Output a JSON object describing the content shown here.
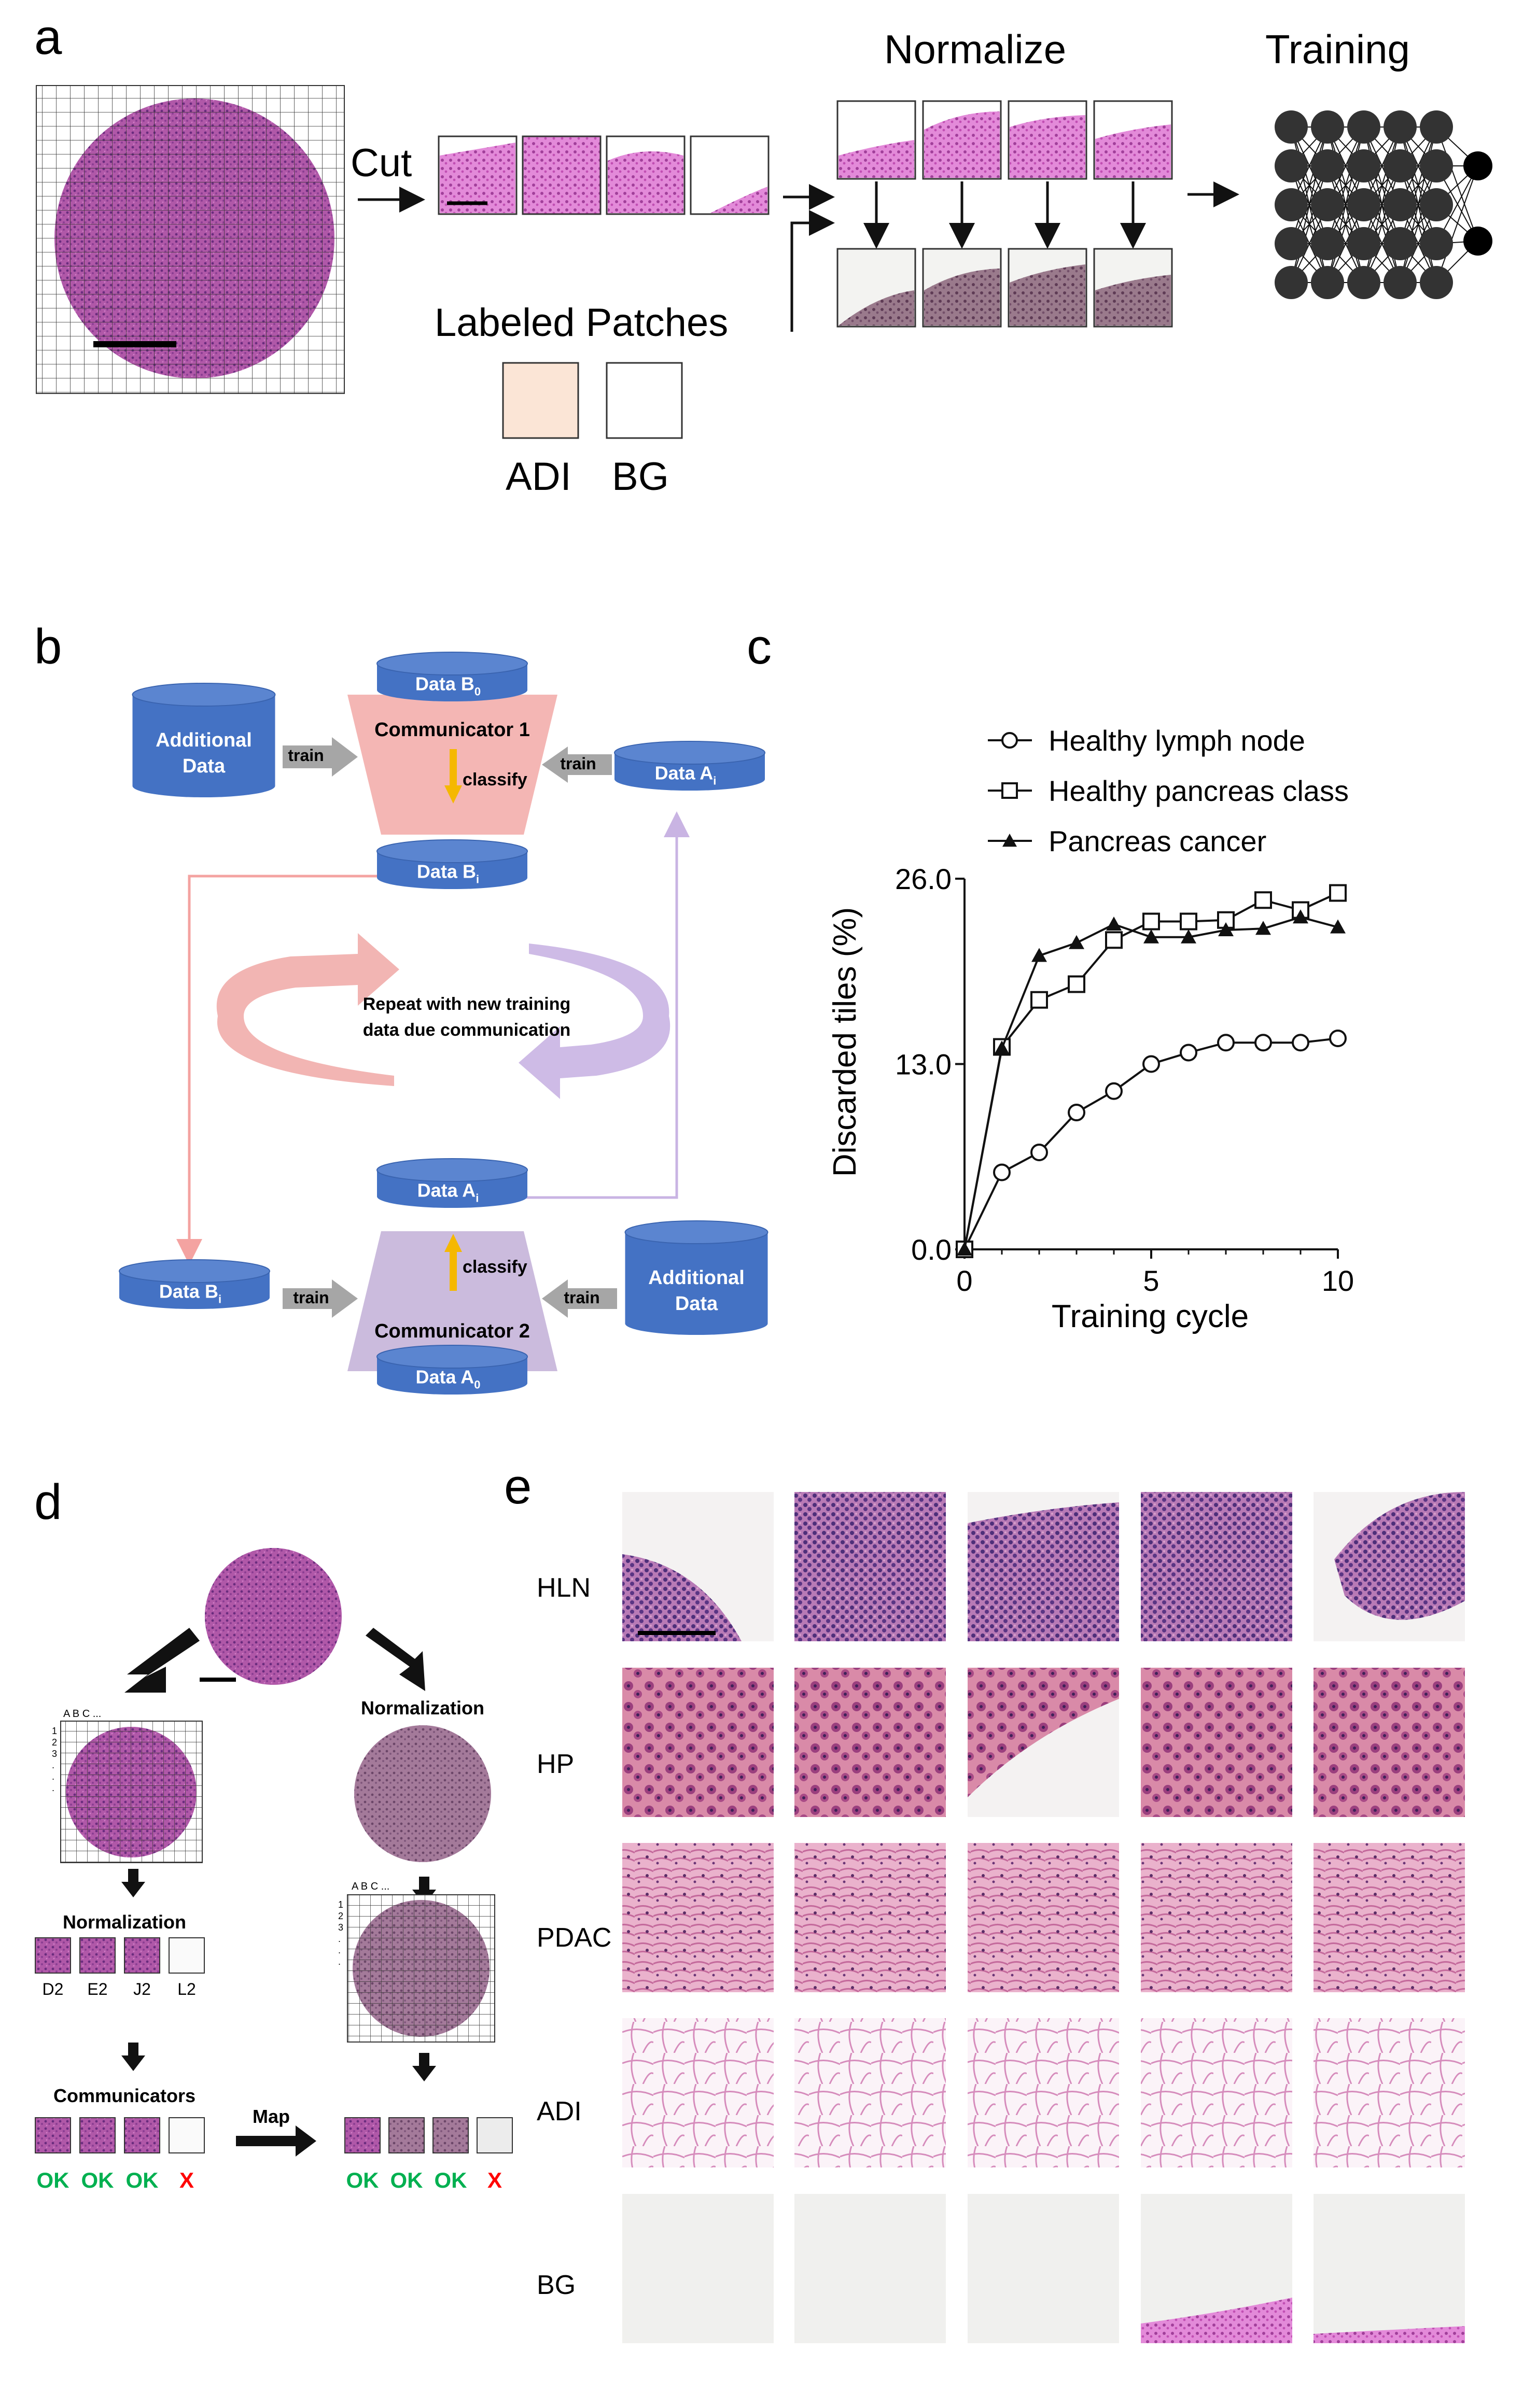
{
  "panels": {
    "a": {
      "letter": "a",
      "cut_label": "Cut",
      "normalize_label": "Normalize",
      "training_label": "Training",
      "labeled_patches_label": "Labeled Patches",
      "legend": [
        {
          "label": "ADI",
          "color": "#fbe5d6"
        },
        {
          "label": "BG",
          "color": "#ffffff"
        }
      ]
    },
    "b": {
      "letter": "b",
      "communicator1": "Communicator 1",
      "communicator2": "Communicator 2",
      "data_b0": "Data B",
      "data_b0_sub": "0",
      "data_bi_top": "Data B",
      "data_bi_top_sub": "i",
      "data_ai_right": "Data A",
      "data_ai_right_sub": "i",
      "data_ai_bottom": "Data A",
      "data_ai_bottom_sub": "i",
      "data_a0": "Data A",
      "data_a0_sub": "0",
      "data_bi_left": "Data B",
      "data_bi_left_sub": "i",
      "additional_data_1_line1": "Additional",
      "additional_data_1_line2": "Data",
      "additional_data_2_line1": "Additional",
      "additional_data_2_line2": "Data",
      "train": "train",
      "classify": "classify",
      "cycle_text_line1": "Repeat with new training",
      "cycle_text_line2": "data due communication",
      "colors": {
        "db": "#4472c4",
        "comm1": "#f4b6b4",
        "comm2": "#cbbbdd",
        "arrow_grey": "#a6a6a6",
        "classify_arrow": "#f5b800"
      }
    },
    "c": {
      "letter": "c"
    },
    "d": {
      "letter": "d",
      "normalization_right": "Normalization",
      "normalization_left": "Normalization",
      "grid_cols": "A B C ...",
      "grid_rows": [
        "1",
        "2",
        "3",
        ".",
        ".",
        "."
      ],
      "tiles": [
        "D2",
        "E2",
        "J2",
        "L2"
      ],
      "communicators": "Communicators",
      "map": "Map",
      "status": [
        "OK",
        "OK",
        "OK",
        "X"
      ]
    },
    "e": {
      "letter": "e",
      "rows": [
        "HLN",
        "HP",
        "PDAC",
        "ADI",
        "BG"
      ]
    }
  },
  "chart_data": {
    "type": "line",
    "xlabel": "Training cycle",
    "ylabel": "Discarded tiles (%)",
    "xlim": [
      0,
      10
    ],
    "ylim": [
      0,
      26
    ],
    "x_ticks": [
      "0",
      "5",
      "10"
    ],
    "y_ticks": [
      "0.0",
      "13.0",
      "26.0"
    ],
    "legend_position": "top",
    "series": [
      {
        "name": "Healthy lymph node",
        "marker": "circle",
        "x": [
          0,
          1,
          2,
          3,
          4,
          5,
          6,
          7,
          8,
          9,
          10
        ],
        "values": [
          0,
          5.4,
          6.8,
          9.6,
          11.1,
          13.0,
          13.8,
          14.5,
          14.5,
          14.5,
          14.8
        ]
      },
      {
        "name": "Healthy pancreas class",
        "marker": "square",
        "x": [
          0,
          1,
          2,
          3,
          4,
          5,
          6,
          7,
          8,
          9,
          10
        ],
        "values": [
          0,
          14.2,
          17.5,
          18.6,
          21.7,
          23.0,
          23.0,
          23.1,
          24.5,
          23.8,
          25.0
        ]
      },
      {
        "name": "Pancreas cancer",
        "marker": "triangle",
        "x": [
          0,
          1,
          2,
          3,
          4,
          5,
          6,
          7,
          8,
          9,
          10
        ],
        "values": [
          0,
          14.1,
          20.6,
          21.5,
          22.8,
          21.9,
          21.9,
          22.4,
          22.5,
          23.3,
          22.6
        ]
      }
    ]
  }
}
